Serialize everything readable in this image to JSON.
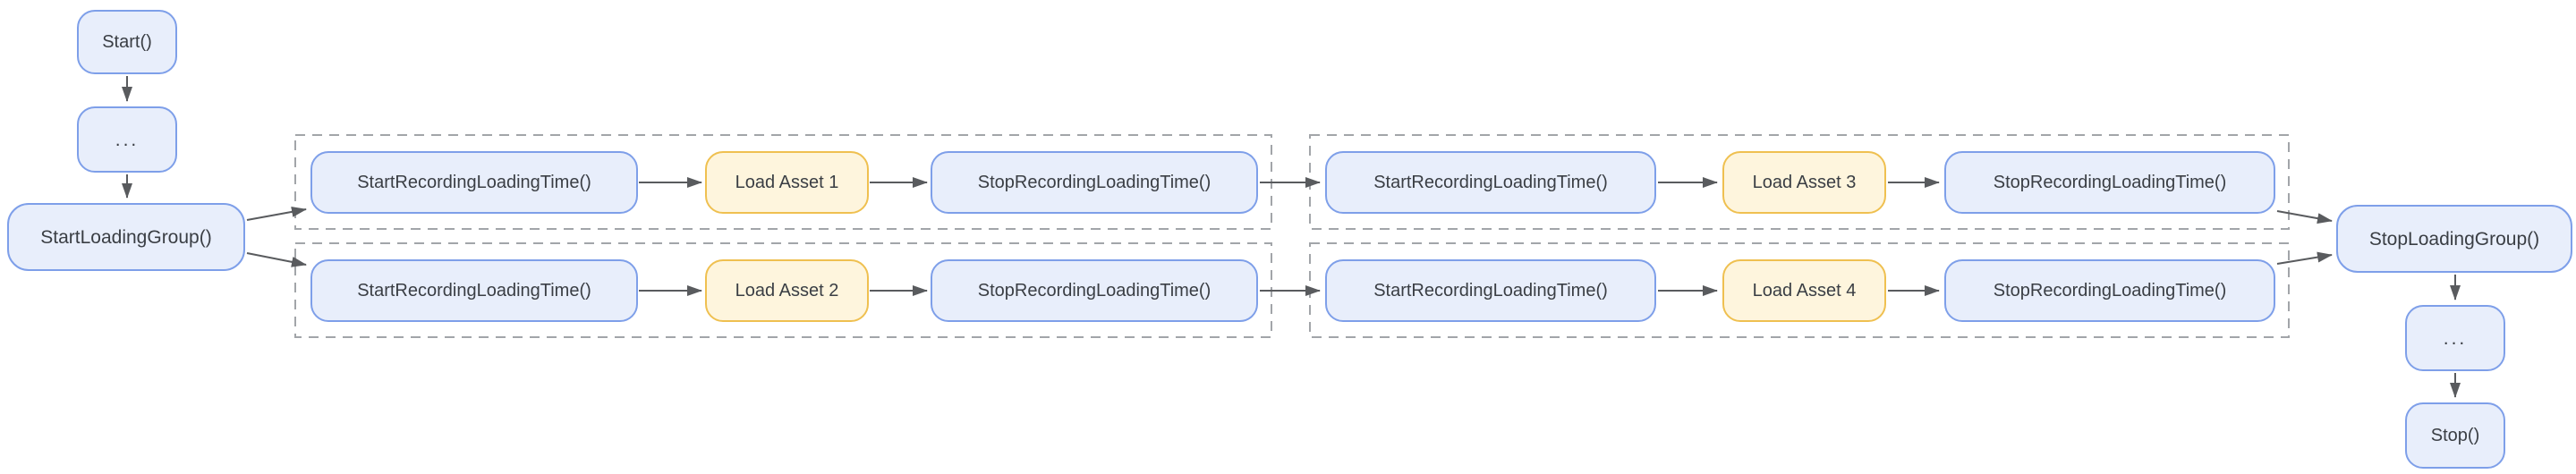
{
  "colors": {
    "call_fill": "#E8EEFB",
    "call_border": "#7E9FE9",
    "asset_fill": "#FEF5DD",
    "asset_border": "#EFC050",
    "arrow": "#595B5E",
    "group_outline": "#A2A5A9",
    "text": "#3A3E44",
    "background": "#FFFFFF"
  },
  "left_flow": {
    "start": "Start()",
    "ellipsis": "...",
    "start_loading_group": "StartLoadingGroup()"
  },
  "groups": [
    {
      "rows": [
        {
          "start": "StartRecordingLoadingTime()",
          "load": "Load Asset 1",
          "stop": "StopRecordingLoadingTime()"
        },
        {
          "start": "StartRecordingLoadingTime()",
          "load": "Load Asset 2",
          "stop": "StopRecordingLoadingTime()"
        }
      ]
    },
    {
      "rows": [
        {
          "start": "StartRecordingLoadingTime()",
          "load": "Load Asset 3",
          "stop": "StopRecordingLoadingTime()"
        },
        {
          "start": "StartRecordingLoadingTime()",
          "load": "Load Asset 4",
          "stop": "StopRecordingLoadingTime()"
        }
      ]
    }
  ],
  "right_flow": {
    "stop_loading_group": "StopLoadingGroup()",
    "ellipsis": "...",
    "stop": "Stop()"
  }
}
